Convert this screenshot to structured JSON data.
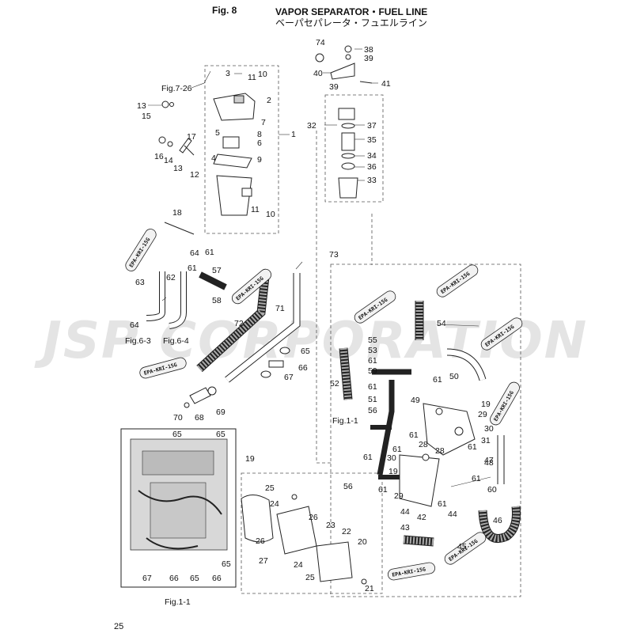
{
  "header": {
    "fig_number": "Fig. 8",
    "title": "VAPOR SEPARATOR・FUEL LINE",
    "subtitle": "ベーパセパレータ・フュエルライン"
  },
  "page_number": "25",
  "watermark": "JSP CORPORATION",
  "epa_tag_text": "EPA-KRI-15G",
  "fig_refs": {
    "fig_7_26": "Fig.7-26",
    "fig_6_3": "Fig.6-3",
    "fig_6_4": "Fig.6-4",
    "fig_1_1_mid": "Fig.1-1",
    "fig_1_1_bottom": "Fig.1-1"
  },
  "callouts": {
    "c1": "1",
    "c2": "2",
    "c3": "3",
    "c4": "4",
    "c5": "5",
    "c6": "6",
    "c7": "7",
    "c8": "8",
    "c9": "9",
    "c10a": "10",
    "c10b": "10",
    "c11a": "11",
    "c11b": "11",
    "c12": "12",
    "c13a": "13",
    "c13b": "13",
    "c14": "14",
    "c15": "15",
    "c16": "16",
    "c17": "17",
    "c18": "18",
    "c19a": "19",
    "c19b": "19",
    "c19c": "19",
    "c20": "20",
    "c21": "21",
    "c22": "22",
    "c23": "23",
    "c24a": "24",
    "c24b": "24",
    "c25a": "25",
    "c25b": "25",
    "c26a": "26",
    "c26b": "26",
    "c27": "27",
    "c28a": "28",
    "c28b": "28",
    "c29a": "29",
    "c29b": "29",
    "c30a": "30",
    "c30b": "30",
    "c31": "31",
    "c32": "32",
    "c33": "33",
    "c34": "34",
    "c35": "35",
    "c36": "36",
    "c37": "37",
    "c38": "38",
    "c39a": "39",
    "c39b": "39",
    "c40": "40",
    "c41": "41",
    "c42": "42",
    "c43": "43",
    "c44a": "44",
    "c44b": "44",
    "c45": "45",
    "c46": "46",
    "c47": "47",
    "c48": "48",
    "c49": "49",
    "c50": "50",
    "c51": "51",
    "c52": "52",
    "c53": "53",
    "c54": "54",
    "c55": "55",
    "c56a": "56",
    "c56b": "56",
    "c57": "57",
    "c58": "58",
    "c59": "59",
    "c60": "60",
    "c61a": "61",
    "c61b": "61",
    "c61c": "61",
    "c61d": "61",
    "c61e": "61",
    "c61f": "61",
    "c61g": "61",
    "c61h": "61",
    "c61i": "61",
    "c61j": "61",
    "c61k": "61",
    "c61l": "61",
    "c62": "62",
    "c63": "63",
    "c64a": "64",
    "c64b": "64",
    "c65a": "65",
    "c65b": "65",
    "c65c": "65",
    "c65d": "65",
    "c65e": "65",
    "c66a": "66",
    "c66b": "66",
    "c66c": "66",
    "c67a": "67",
    "c67b": "67",
    "c68": "68",
    "c69": "69",
    "c70": "70",
    "c71": "71",
    "c72": "72",
    "c73": "73",
    "c74": "74"
  }
}
